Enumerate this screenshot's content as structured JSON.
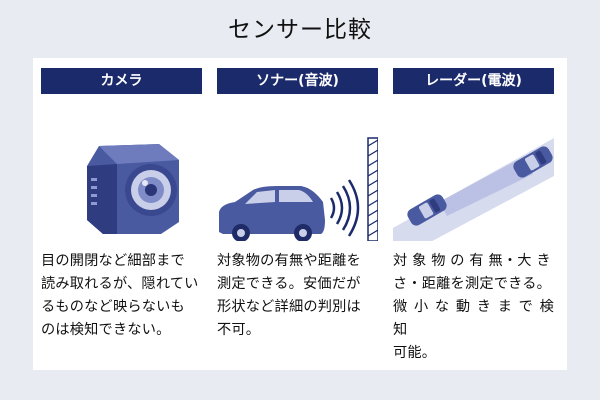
{
  "title": "センサー比較",
  "colors": {
    "header_bg": "#1b2a6b",
    "illustration_blue": "#4a5aa0",
    "card_bg": "#ffffff",
    "page_bg": "#e9ebf3"
  },
  "columns": [
    {
      "header": "カメラ",
      "icon": "camera-icon",
      "description": "目の開閉など細部まで\n読み取れるが、隠れてい\nるものなど映らないも\nのは検知できない。"
    },
    {
      "header": "ソナー(音波)",
      "icon": "sonar-car-icon",
      "description": "対象物の有無や距離を\n測定できる。安価だが\n形状など詳細の判別は\n不可。"
    },
    {
      "header": "レーダー(電波)",
      "icon": "radar-cars-icon",
      "description": "対 象 物 の 有 無・大 き\nさ・距離を測定できる。\n微 小 な 動 き ま で 検 知\n可能。"
    }
  ]
}
